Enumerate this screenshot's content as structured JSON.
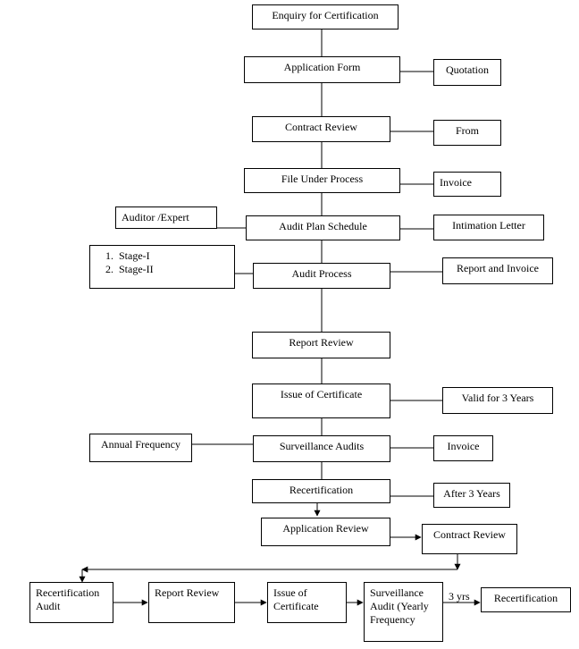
{
  "main_flow": {
    "enquiry": "Enquiry for Certification",
    "application_form": "Application Form",
    "contract_review": "Contract Review",
    "file_under_process": "File Under Process",
    "audit_plan_schedule": "Audit Plan Schedule",
    "audit_process": "Audit Process",
    "report_review": "Report Review",
    "issue_of_certificate": "Issue of Certificate",
    "surveillance_audits": "Surveillance Audits",
    "recertification": "Recertification",
    "application_review": "Application Review"
  },
  "side_boxes": {
    "quotation": "Quotation",
    "from": "From",
    "invoice_1": "Invoice",
    "auditor_expert": "Auditor /Expert",
    "intimation_letter": "Intimation Letter",
    "stage_1_num": "1.",
    "stage_1": "Stage-I",
    "stage_2_num": "2.",
    "stage_2": "Stage-II",
    "report_and_invoice": "Report and Invoice",
    "valid_for_3_years": "Valid for 3 Years",
    "annual_frequency": "Annual Frequency",
    "invoice_2": "Invoice",
    "after_3_years": "After 3 Years",
    "contract_review_2": "Contract Review"
  },
  "bottom_flow": {
    "recertification_audit": "Recertification Audit",
    "report_review": "Report Review",
    "issue_of_certificate": "Issue of Certificate",
    "surveillance_audit": "Surveillance Audit (Yearly Frequency",
    "three_yrs": "3 yrs",
    "recertification": "Recertification"
  }
}
